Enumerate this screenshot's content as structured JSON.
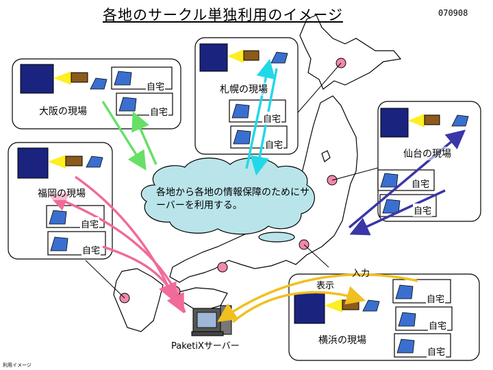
{
  "title": "各地のサークル単独利用のイメージ",
  "code": "070908",
  "footnote": "利用イメージ",
  "cloud_text": "各地から各地の情報保障のためにサーバーを利用する。",
  "server_label": "PaketiXサーバー",
  "home_label": "自宅",
  "sites": {
    "osaka": "大阪の現場",
    "sapporo": "札幌の現場",
    "sendai": "仙台の現場",
    "fukuoka": "福岡の現場",
    "yokohama": "横浜の現場"
  },
  "yokohama_io": {
    "input": "入力",
    "display": "表示"
  },
  "colors": {
    "osaka_arrows": "#66e066",
    "sapporo_arrows": "#22d8e8",
    "sendai_arrows": "#3a36a8",
    "fukuoka_arrows": "#f06a9a",
    "yokohama_arrows": "#f0c020",
    "city_marker": "#f08aa8",
    "cloud": "#b9e4ea",
    "projector": "#ffee22"
  }
}
